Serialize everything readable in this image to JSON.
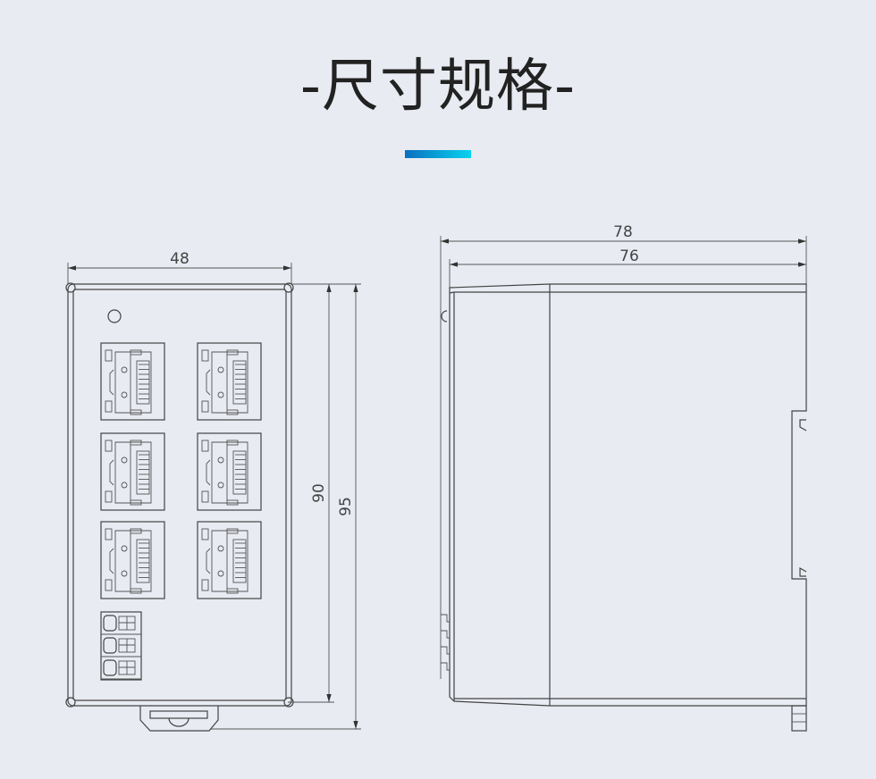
{
  "title": "-尺寸规格-",
  "accent_gradient": [
    "#0a6fbf",
    "#07d3ee"
  ],
  "front_view": {
    "width_label": "48",
    "height_label": "90",
    "height_with_clip_label": "95",
    "rj45_port_count": 6,
    "terminal_count": 3
  },
  "side_view": {
    "depth_total_label": "78",
    "depth_body_label": "76"
  }
}
